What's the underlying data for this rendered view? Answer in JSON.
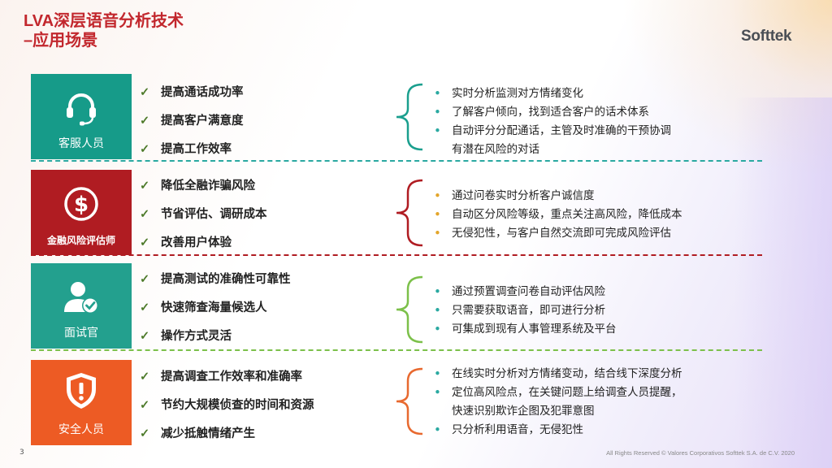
{
  "title": {
    "line1": "LVA深层语音分析技术",
    "line2": "–应用场景"
  },
  "logo": "Softtek",
  "rows": [
    {
      "role": "客服人员",
      "color": "#169b89",
      "brace_color": "#1a9f8e",
      "bullet_color": "#2aa9a1",
      "icon": "headset-icon",
      "benefits": [
        "提高通话成功率",
        "提高客户满意度",
        "提高工作效率"
      ],
      "details": [
        "实时分析监测对方情绪变化",
        "了解客户倾向，找到适合客户的话术体系",
        "自动评分分配通话，主管及时准确的干预协调",
        "有潜在风险的对话"
      ]
    },
    {
      "role": "金融风险评估师",
      "color": "#b01c22",
      "brace_color": "#b01c22",
      "bullet_color": "#e3a52a",
      "icon": "dollar-icon",
      "benefits": [
        "降低全融诈骗风险",
        "节省评估、调研成本",
        "改善用户体验"
      ],
      "details": [
        "通过问卷实时分析客户诚信度",
        "自动区分风险等级，重点关注高风险，降低成本",
        "无侵犯性，与客户自然交流即可完成风险评估"
      ]
    },
    {
      "role": "面试官",
      "color": "#23a08e",
      "brace_color": "#7cc04a",
      "bullet_color": "#2aa9a1",
      "icon": "user-check-icon",
      "benefits": [
        "提高测试的准确性可靠性",
        "快速筛查海量候选人",
        "操作方式灵活"
      ],
      "details": [
        "通过预置调查问卷自动评估风险",
        "只需要获取语音，即可进行分析",
        "可集成到现有人事管理系统及平台"
      ]
    },
    {
      "role": "安全人员",
      "color": "#ed5b24",
      "brace_color": "#e8692f",
      "bullet_color": "#2aa9a1",
      "icon": "shield-alert-icon",
      "benefits": [
        "提高调查工作效率和准确率",
        "节约大规模侦查的时间和资源",
        "减少抵触情绪产生"
      ],
      "details": [
        "在线实时分析对方情绪变动，结合线下深度分析",
        "定位高风险点，在关键问题上给调查人员提醒，",
        "快速识别欺诈企图及犯罪意图",
        "只分析利用语音，无侵犯性"
      ]
    }
  ],
  "footer": {
    "page_number": "3",
    "rights": "All Rights Reserved © Valores Corporativos Softtek S.A. de C.V. 2020"
  }
}
